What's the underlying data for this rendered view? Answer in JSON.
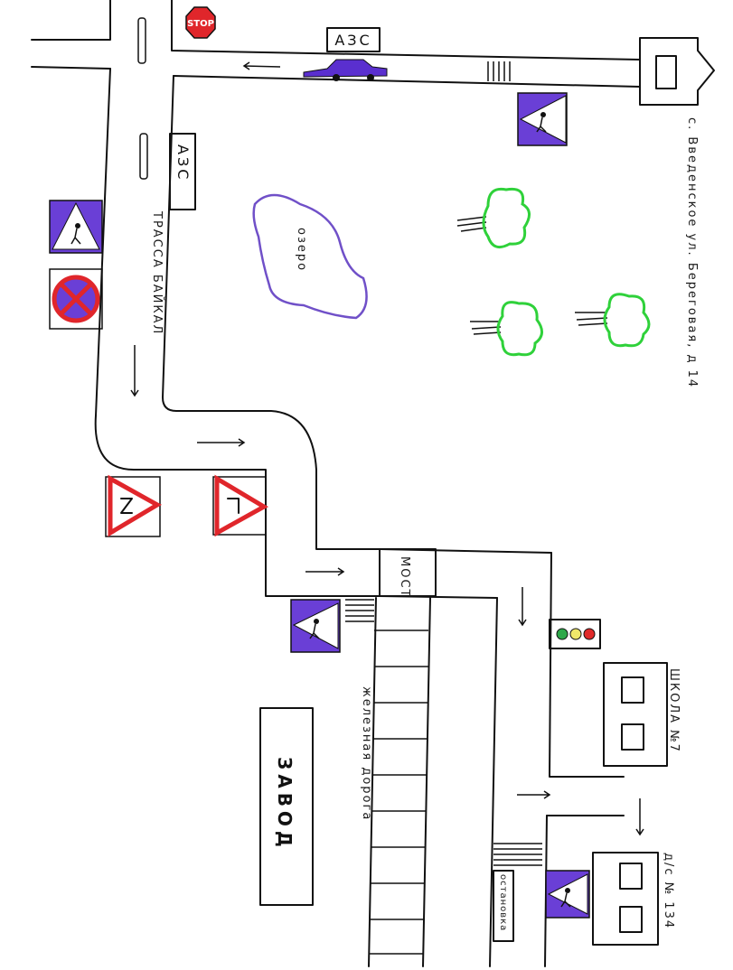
{
  "labels": {
    "azs_top": "АЗС",
    "azs_side": "АЗС",
    "highway": "ТРАССА БАЙКАЛ",
    "lake": "озеро",
    "address": "с. Введенское ул. Береговая, д 14",
    "bridge": "МОСТ",
    "railway": "железная дорога",
    "factory": "ЗАВОД",
    "school": "ШКОЛА №7",
    "bus_stop": "остановка",
    "kindergarten": "д/с № 134",
    "stop_sign": "STOP"
  },
  "colors": {
    "sign_blue": "#6a3fd6",
    "sign_red": "#e0262b",
    "tree_green": "#2fd13a",
    "lake_outline": "#7050c8",
    "car_body": "#5a2fcf",
    "light_green": "#2ea84a",
    "light_yellow": "#f0e86a",
    "light_red": "#e02a2a"
  }
}
